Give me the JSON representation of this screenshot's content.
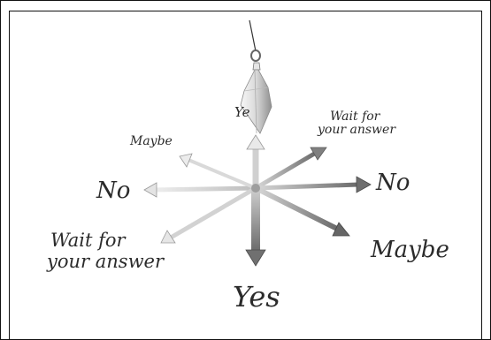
{
  "answers": {
    "top_yes": "Ye",
    "wait_top_right_1": "Wait for",
    "wait_top_right_2": "your answer",
    "maybe_top_left": "Maybe",
    "no_left": "No",
    "no_right": "No",
    "wait_bottom_left_1": "Wait for",
    "wait_bottom_left_2": "your answer",
    "maybe_bottom_right": "Maybe",
    "yes_bottom": "Yes"
  },
  "colors": {
    "arrow_dark": "#6e6e6e",
    "arrow_light": "#d6d6d6",
    "text": "#2b2b2b",
    "pendulum_light": "#f2f2f2",
    "pendulum_dark": "#9a9a9a"
  },
  "icons": [
    "pendulum-icon",
    "compass-arrows-icon"
  ]
}
